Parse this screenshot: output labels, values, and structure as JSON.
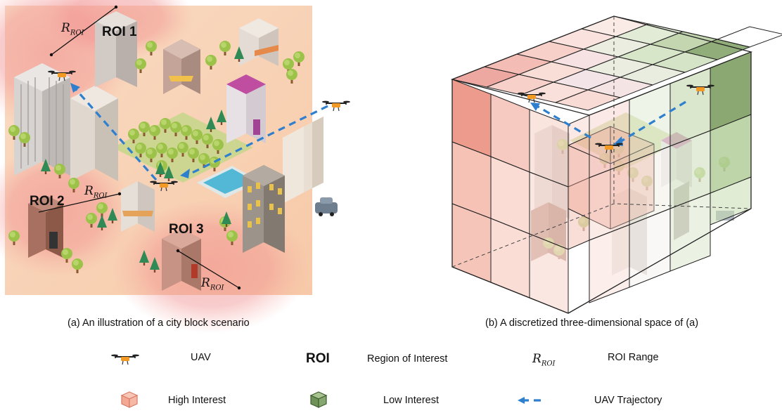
{
  "panel_a": {
    "caption": "(a) An illustration of a city block scenario",
    "roi_labels": [
      "ROI 1",
      "ROI 2",
      "ROI 3"
    ],
    "range_label": "R",
    "range_sub": "ROI"
  },
  "panel_b": {
    "caption": "(b) A  discretized  three-dimensional space of (a)"
  },
  "legend": {
    "uav": "UAV",
    "roi_symbol": "ROI",
    "roi_desc": "Region of Interest",
    "rroi_symbol": "R",
    "rroi_sub": "ROI",
    "rroi_desc": "ROI Range",
    "high": "High Interest",
    "low": "Low Interest",
    "trajectory": "UAV Trajectory"
  },
  "colors": {
    "high_interest": "#e98a78",
    "low_interest": "#6e9258",
    "trajectory": "#2f7fcf",
    "uav": "#f39a25"
  }
}
